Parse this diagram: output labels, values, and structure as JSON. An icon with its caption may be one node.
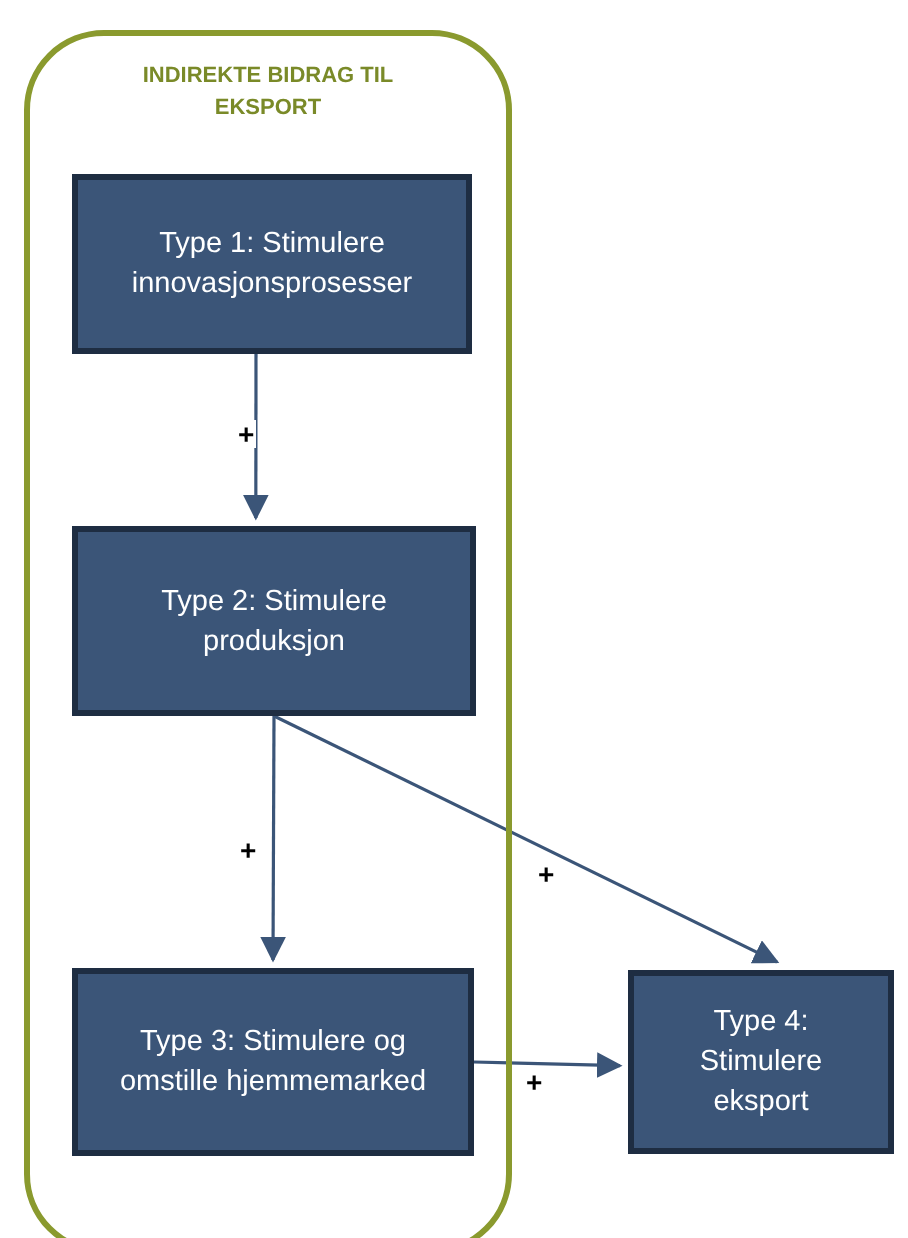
{
  "diagram": {
    "nodes": [
      {
        "text": [
          "INDIREKTE BIDRAG TIL EKSPORT"
        ]
      },
      {
        "text": [
          "Type 1: Stimulere innovasjonsprosesser"
        ],
        "in": 0
      },
      {
        "text": [
          "Type 2: Stimulere produksjon"
        ],
        "in": 0
      },
      {
        "text": [
          "Type 3: Stimulere og omstille hjemmemarked"
        ],
        "in": 0
      },
      {
        "text": [
          "Type 4: Stimulere eksport"
        ]
      }
    ],
    "edges": [
      {
        "from": 1,
        "to": 2,
        "arrow": "to",
        "label": "+"
      },
      {
        "from": 2,
        "to": 3,
        "arrow": "to",
        "label": "+"
      },
      {
        "from": 2,
        "to": 4,
        "arrow": "to",
        "label": "+"
      },
      {
        "from": 3,
        "to": 4,
        "arrow": "to",
        "label": "+"
      }
    ]
  }
}
